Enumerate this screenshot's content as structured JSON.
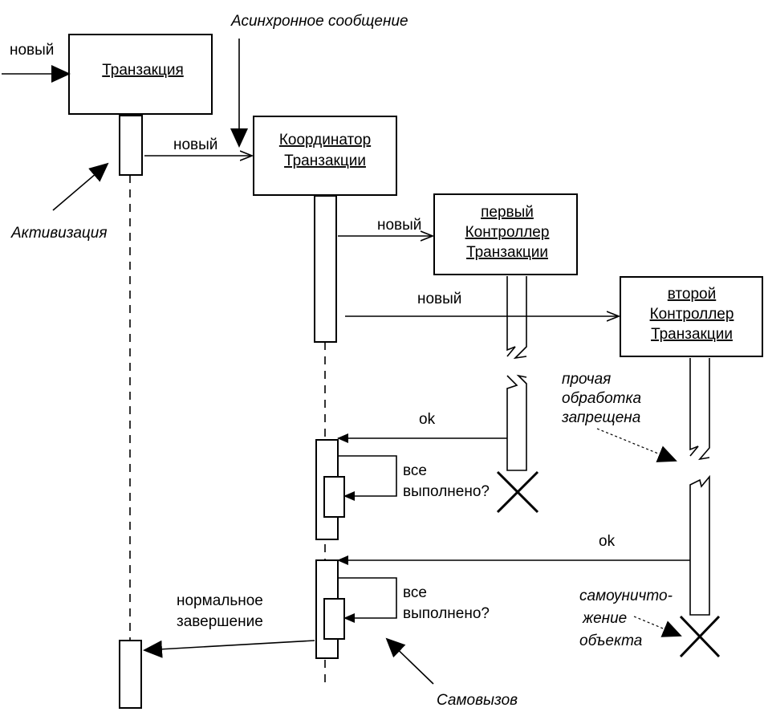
{
  "objects": {
    "transaction": [
      "Транзакция"
    ],
    "coordinator": [
      "Координатор",
      "Транзакции"
    ],
    "controller1": [
      "первый",
      "Контроллер",
      "Транзакции"
    ],
    "controller2": [
      "второй",
      "Контроллер",
      "Транзакции"
    ]
  },
  "messages": {
    "new_external": "новый",
    "new_to_coordinator": "новый",
    "new_to_controller1": "новый",
    "new_to_controller2": "новый",
    "ok_controller1": "ok",
    "ok_controller2": "ok",
    "all_done_1": [
      "все",
      "выполнено?"
    ],
    "all_done_2": [
      "все",
      "выполнено?"
    ],
    "normal_completion": [
      "нормальное",
      "завершение"
    ]
  },
  "annotations": {
    "async_message": "Асинхронное сообщение",
    "activation": "Активизация",
    "other_processing": [
      "прочая",
      "обработка",
      "запрещена"
    ],
    "self_destruct": [
      "самоуничто-",
      "жение",
      "объекта"
    ],
    "self_call": "Самовызов"
  }
}
